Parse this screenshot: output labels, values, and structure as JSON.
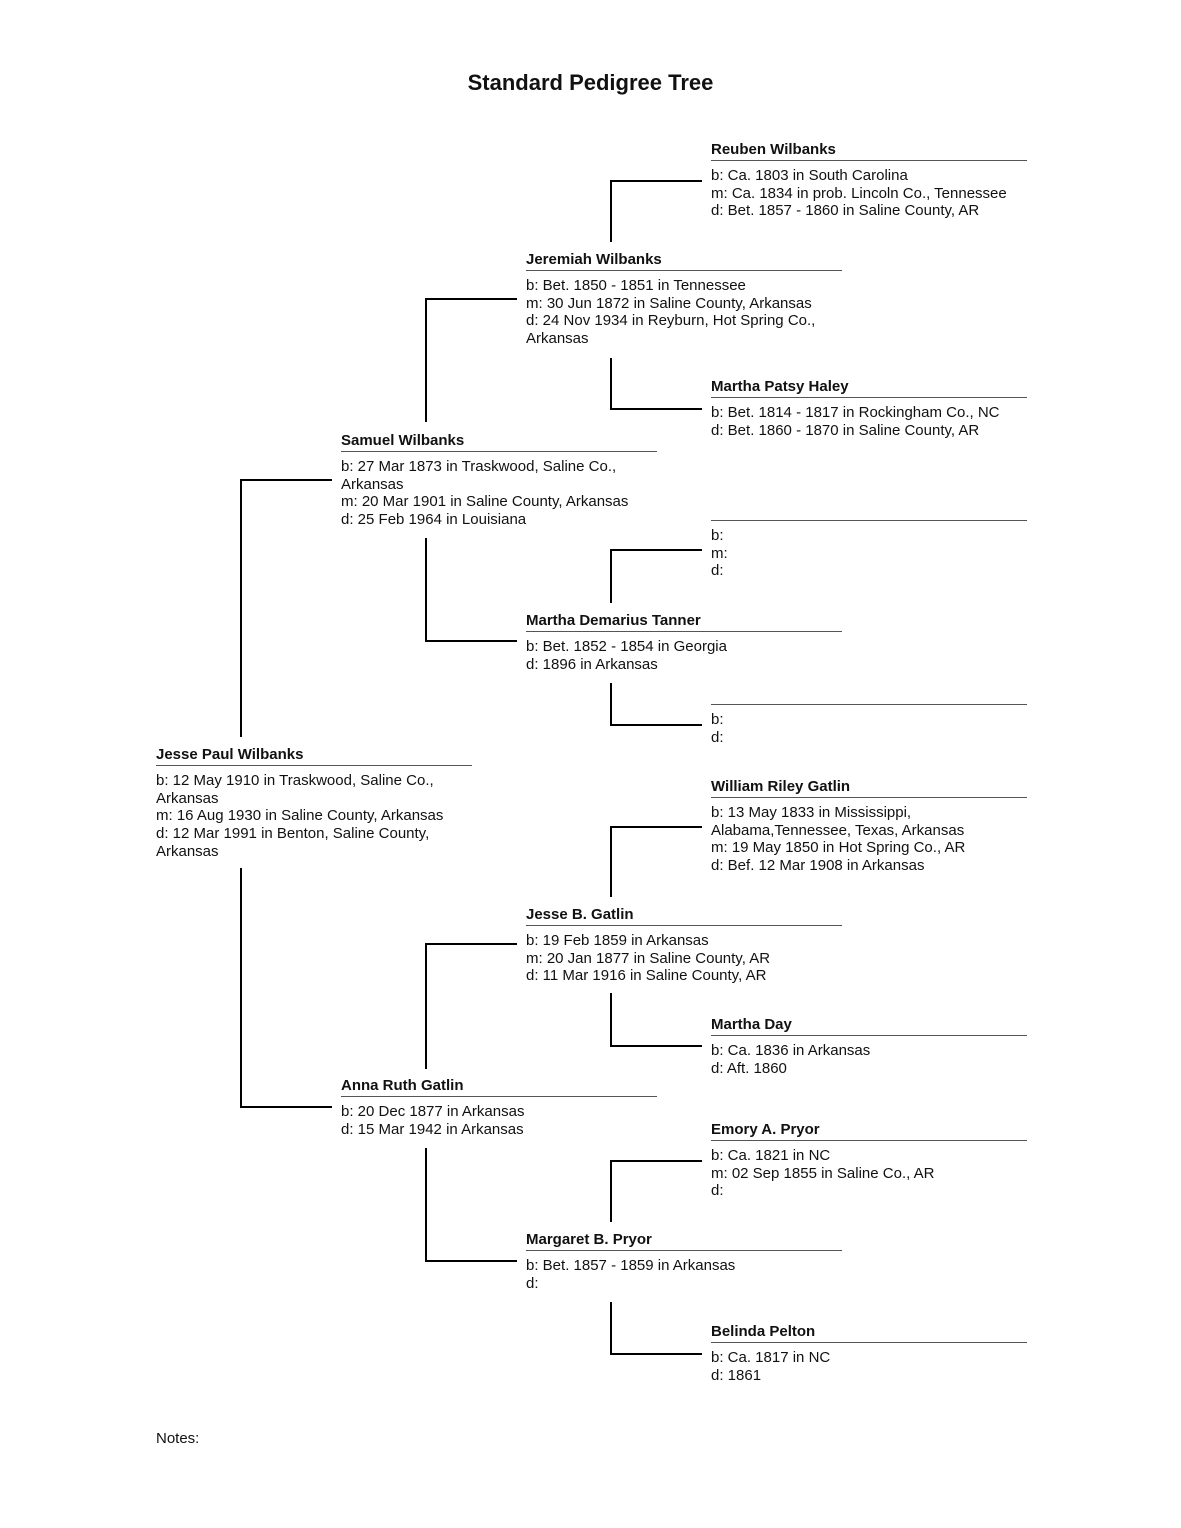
{
  "title": "Standard Pedigree Tree",
  "people": {
    "jesse_paul": {
      "name": "Jesse Paul Wilbanks",
      "facts": [
        "b: 12 May 1910 in Traskwood, Saline Co.,",
        "Arkansas",
        "m: 16 Aug 1930 in Saline County, Arkansas",
        "d: 12 Mar 1991 in Benton, Saline County,",
        "Arkansas"
      ]
    },
    "samuel": {
      "name": "Samuel Wilbanks",
      "facts": [
        "b: 27 Mar 1873 in Traskwood, Saline Co.,",
        "Arkansas",
        "m: 20 Mar 1901 in Saline County, Arkansas",
        "d: 25 Feb 1964 in Louisiana"
      ]
    },
    "anna_ruth": {
      "name": "Anna Ruth Gatlin",
      "facts": [
        "b: 20 Dec 1877 in Arkansas",
        "d: 15 Mar 1942 in Arkansas"
      ]
    },
    "jeremiah": {
      "name": "Jeremiah Wilbanks",
      "facts": [
        "b: Bet. 1850 - 1851 in Tennessee",
        "m: 30 Jun 1872 in Saline County, Arkansas",
        "d: 24 Nov 1934 in Reyburn, Hot Spring Co.,",
        "Arkansas"
      ]
    },
    "martha_dt": {
      "name": "Martha Demarius Tanner",
      "facts": [
        "b: Bet. 1852 - 1854 in Georgia",
        "d: 1896 in Arkansas"
      ]
    },
    "jesse_b": {
      "name": "Jesse B. Gatlin",
      "facts": [
        "b: 19 Feb 1859 in Arkansas",
        "m: 20 Jan 1877 in Saline County, AR",
        "d: 11 Mar 1916 in Saline County, AR"
      ]
    },
    "margaret": {
      "name": "Margaret B. Pryor",
      "facts": [
        "b: Bet. 1857 - 1859 in Arkansas",
        "d:"
      ]
    },
    "reuben": {
      "name": "Reuben Wilbanks",
      "facts": [
        "b: Ca. 1803 in South Carolina",
        "m: Ca. 1834 in prob. Lincoln Co., Tennessee",
        "d: Bet. 1857 - 1860 in Saline County, AR"
      ]
    },
    "martha_ph": {
      "name": "Martha Patsy Haley",
      "facts": [
        "b: Bet. 1814 - 1817 in Rockingham Co., NC",
        "d: Bet. 1860 - 1870 in Saline County, AR"
      ]
    },
    "unknown_1": {
      "name": "",
      "facts": [
        "b:",
        "m:",
        "d:"
      ]
    },
    "unknown_2": {
      "name": "",
      "facts": [
        "b:",
        "d:"
      ]
    },
    "william": {
      "name": "William Riley Gatlin",
      "facts": [
        "b: 13 May 1833 in Mississippi,",
        "Alabama,Tennessee, Texas, Arkansas",
        "m: 19 May 1850 in Hot Spring Co., AR",
        "d: Bef. 12 Mar 1908 in Arkansas"
      ]
    },
    "martha_day": {
      "name": "Martha Day",
      "facts": [
        "b: Ca. 1836 in Arkansas",
        "d: Aft. 1860"
      ]
    },
    "emory": {
      "name": "Emory A. Pryor",
      "facts": [
        "b: Ca. 1821 in NC",
        "m: 02 Sep 1855 in Saline Co.,  AR",
        "d:"
      ]
    },
    "belinda": {
      "name": "Belinda Pelton",
      "facts": [
        "b: Ca. 1817 in NC",
        "d: 1861"
      ]
    }
  },
  "notes_label": "Notes:"
}
